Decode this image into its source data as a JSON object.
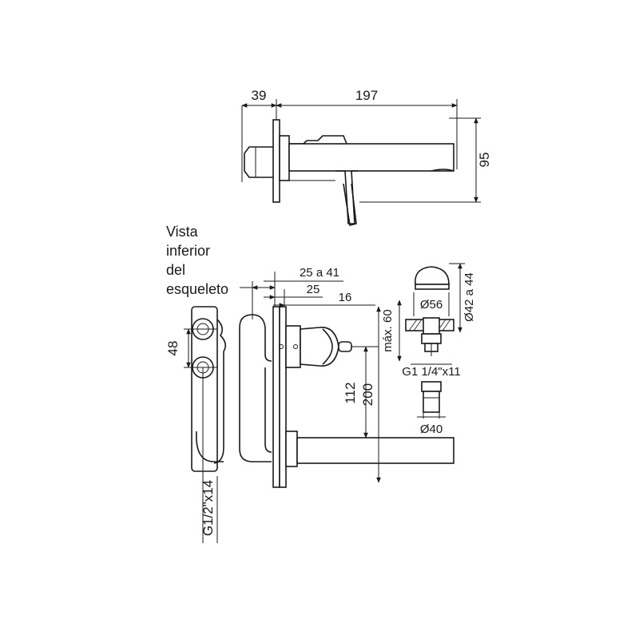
{
  "view_label": [
    "Vista",
    "inferior",
    "del",
    "esqueleto"
  ],
  "dimensions": {
    "d39": "39",
    "d197": "197",
    "d95": "95",
    "d25a41": "25 a 41",
    "d25": "25",
    "d16": "16",
    "d48": "48",
    "d112": "112",
    "d200": "200",
    "thread_body": "G1/2\"x14",
    "max60": "máx. 60",
    "dia56": "Ø56",
    "dia42a44": "Ø42 a 44",
    "thread_drain": "G1 1/4\"x11",
    "dia40": "Ø40"
  },
  "colors": {
    "line": "#1a1a1a",
    "background": "#ffffff"
  }
}
